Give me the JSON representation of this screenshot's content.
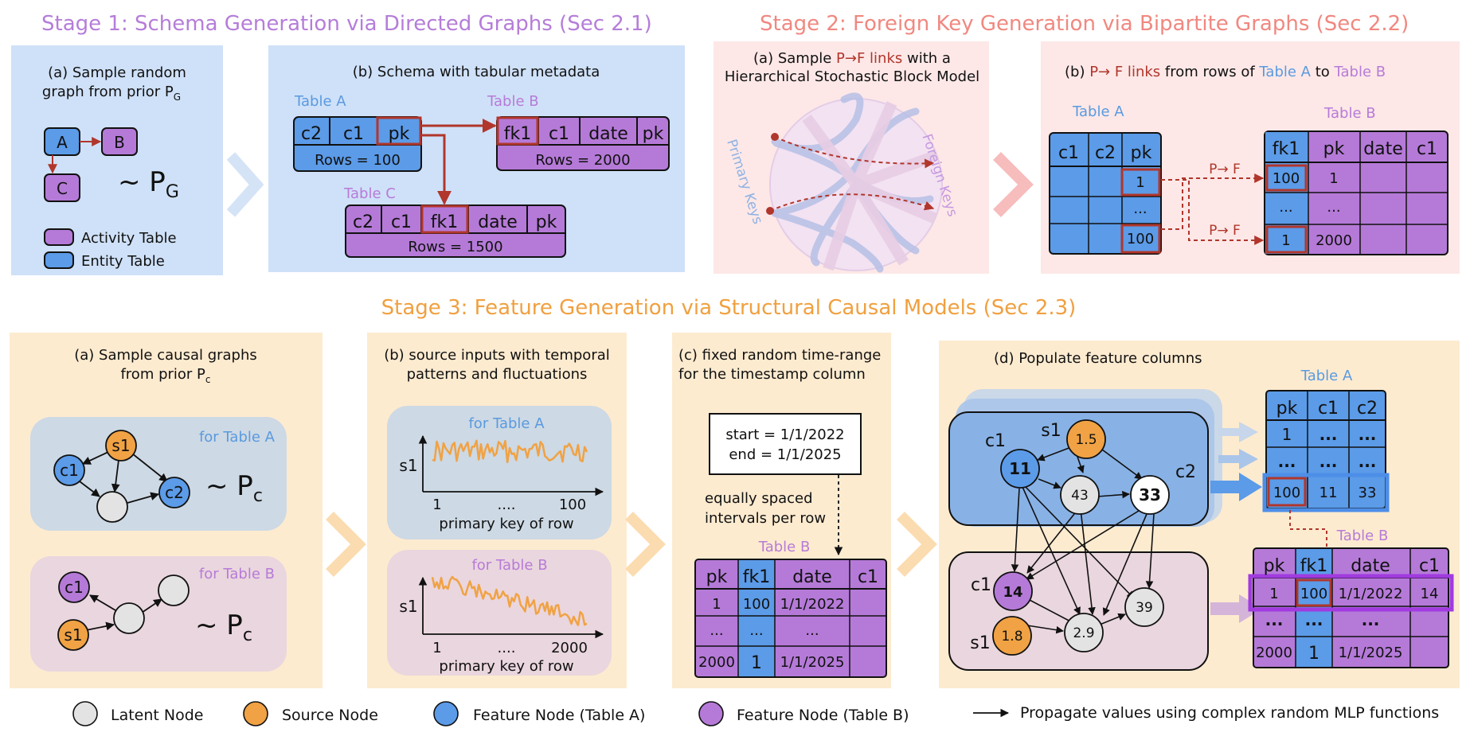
{
  "colors": {
    "blue": "#5b9be8",
    "purple": "#b57ad8",
    "orange": "#f0a244",
    "gray": "#e3e3e3",
    "red": "#b1362b",
    "title_purple": "#b57dd9",
    "title_pink": "#f08880",
    "title_orange": "#f0a040",
    "panel_blue": "#cfe1f8",
    "panel_pink": "#fde8e7",
    "panel_cream": "#fdebd0",
    "label_blue": "#5a9ae0",
    "label_purple": "#b77bd8"
  },
  "stage1": {
    "title": "Stage 1: Schema Generation via Directed Graphs  (Sec 2.1)",
    "a": {
      "caption1": "(a) Sample random",
      "caption2": "graph from prior P",
      "caption2_sub": "G",
      "nodes": [
        "A",
        "B",
        "C"
      ],
      "tilde": "~ P",
      "tilde_sub": "G",
      "legend_activity": "Activity Table",
      "legend_entity": "Entity Table"
    },
    "b": {
      "caption": "(b) Schema with tabular metadata",
      "table_a": {
        "label": "Table A",
        "cols": [
          "c2",
          "c1",
          "pk"
        ],
        "rows": "Rows = 100"
      },
      "table_b": {
        "label": "Table B",
        "cols": [
          "fk1",
          "c1",
          "date",
          "pk"
        ],
        "rows": "Rows = 2000"
      },
      "table_c": {
        "label": "Table C",
        "cols": [
          "c2",
          "c1",
          "fk1",
          "date",
          "pk"
        ],
        "rows": "Rows = 1500"
      }
    }
  },
  "stage2": {
    "title": "Stage 2: Foreign Key Generation via Bipartite Graphs (Sec 2.2)",
    "a": {
      "cap_pre": "(a) Sample ",
      "cap_link": "P→F links",
      "cap_post": " with a",
      "cap2": "Hierarchical Stochastic Block Model",
      "primary": "Primary Keys",
      "foreign": "Foreign Keys"
    },
    "b": {
      "cap_pre": "(b)  ",
      "cap_link": "P→ F links",
      "cap_mid": " from rows of ",
      "cap_ta": "Table A",
      "cap_to": " to ",
      "cap_tb": "Table B",
      "table_a_label": "Table A",
      "table_a_cols": [
        "c1",
        "c2",
        "pk"
      ],
      "table_a_pk": [
        "1",
        "...",
        "100"
      ],
      "table_b_label": "Table B",
      "table_b_cols": [
        "fk1",
        "pk",
        "date",
        "c1"
      ],
      "table_b_fk": [
        "100",
        "...",
        "1"
      ],
      "table_b_pk": [
        "1",
        "...",
        "2000"
      ],
      "link_label": "P→ F"
    }
  },
  "stage3": {
    "title": "Stage 3: Feature Generation via Structural Causal Models (Sec 2.3)",
    "a": {
      "cap1": "(a) Sample causal graphs",
      "cap2": "from prior P",
      "cap2_sub": "c",
      "for_a": "for Table A",
      "for_b": "for Table B",
      "c1": "c1",
      "s1": "s1",
      "c2": "c2",
      "tilde": "~ P",
      "tilde_sub": "c"
    },
    "b": {
      "cap1": "(b) source inputs with temporal",
      "cap2": "patterns and fluctuations",
      "for_a": "for Table A",
      "for_b": "for Table B",
      "ylabel": "s1",
      "xlabel": "primary key of row",
      "a_ticks": [
        "1",
        "....",
        "100"
      ],
      "b_ticks": [
        "1",
        "....",
        "2000"
      ]
    },
    "c": {
      "cap1": "(c) fixed random time-range",
      "cap2": "for the timestamp column",
      "start": "start = 1/1/2022",
      "end": "end  = 1/1/2025",
      "note1": "equally spaced",
      "note2": "intervals per row",
      "table_label": "Table B",
      "cols": [
        "pk",
        "fk1",
        "date",
        "c1"
      ],
      "rows": [
        [
          "1",
          "100",
          "1/1/2022",
          ""
        ],
        [
          "...",
          "...",
          "...",
          ""
        ],
        [
          "2000",
          "1",
          "1/1/2025",
          ""
        ]
      ]
    },
    "d": {
      "cap": "(d) Populate feature columns",
      "a_nodes": {
        "c1_label": "c1",
        "s1_label": "s1",
        "c2_label": "c2",
        "c1": "11",
        "s1": "1.5",
        "latent": "43",
        "c2": "33"
      },
      "b_nodes": {
        "c1_label": "c1",
        "s1_label": "s1",
        "c1": "14",
        "s1": "1.8",
        "latent1": "2.9",
        "latent2": "39"
      },
      "table_a_label": "Table A",
      "table_a_cols": [
        "pk",
        "c1",
        "c2"
      ],
      "table_a_rows": [
        [
          "1",
          "...",
          "..."
        ],
        [
          "...",
          "...",
          "..."
        ],
        [
          "100",
          "11",
          "33"
        ]
      ],
      "table_b_label": "Table B",
      "table_b_cols": [
        "pk",
        "fk1",
        "date",
        "c1"
      ],
      "table_b_rows": [
        [
          "1",
          "100",
          "1/1/2022",
          "14"
        ],
        [
          "...",
          "...",
          "...",
          ""
        ],
        [
          "2000",
          "1",
          "1/1/2025",
          ""
        ]
      ]
    }
  },
  "legend": {
    "latent": "Latent Node",
    "source": "Source Node",
    "feature_a": "Feature Node (Table A)",
    "feature_b": "Feature Node (Table B)",
    "propagate": "Propagate values using complex random MLP functions"
  }
}
